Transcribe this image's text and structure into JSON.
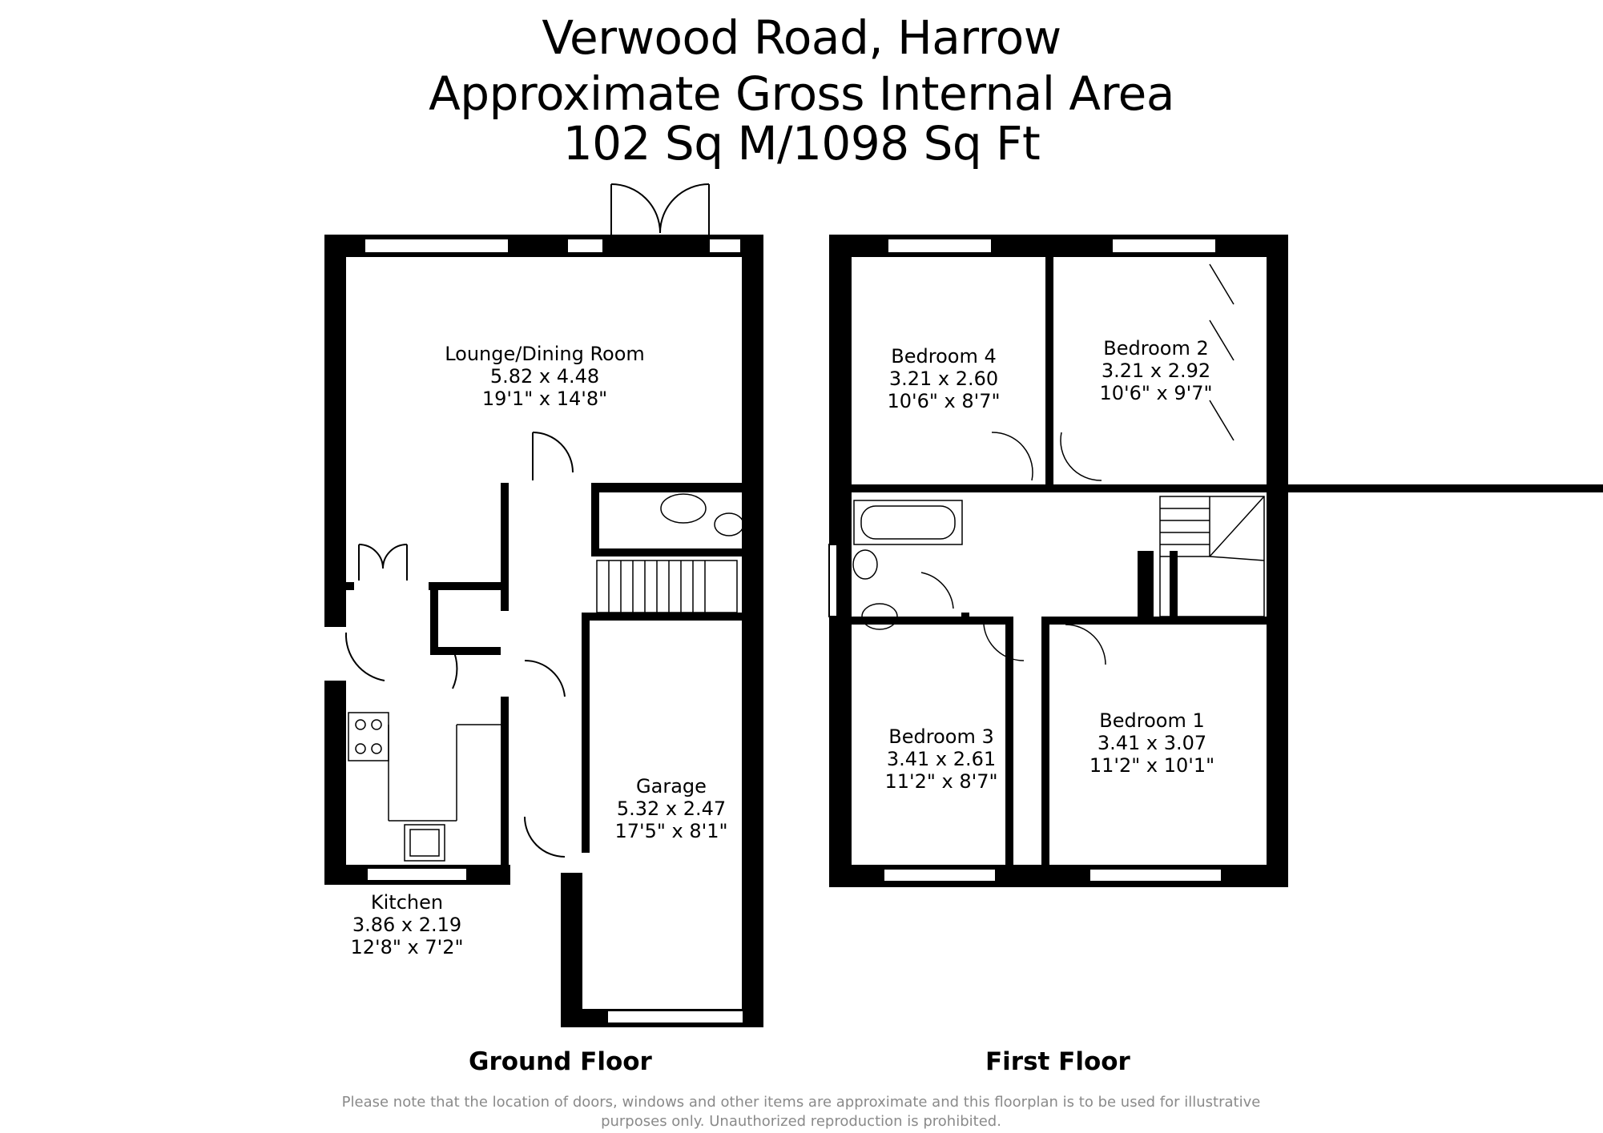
{
  "header": {
    "address": "Verwood Road, Harrow",
    "area_label": "Approximate Gross Internal Area",
    "area_value": "102 Sq M/1098 Sq Ft"
  },
  "floors": {
    "ground": {
      "label": "Ground Floor"
    },
    "first": {
      "label": "First Floor"
    }
  },
  "rooms": {
    "lounge": {
      "name": "Lounge/Dining Room",
      "metric": "5.82 x 4.48",
      "imperial": "19'1\" x 14'8\""
    },
    "kitchen": {
      "name": "Kitchen",
      "metric": "3.86 x 2.19",
      "imperial": "12'8\" x 7'2\""
    },
    "garage": {
      "name": "Garage",
      "metric": "5.32 x 2.47",
      "imperial": "17'5\" x 8'1\""
    },
    "bedroom4": {
      "name": "Bedroom 4",
      "metric": "3.21 x 2.60",
      "imperial": "10'6\" x 8'7\""
    },
    "bedroom2": {
      "name": "Bedroom 2",
      "metric": "3.21 x 2.92",
      "imperial": "10'6\" x 9'7\""
    },
    "bedroom3": {
      "name": "Bedroom 3",
      "metric": "3.41 x 2.61",
      "imperial": "11'2\" x 8'7\""
    },
    "bedroom1": {
      "name": "Bedroom 1",
      "metric": "3.41 x 3.07",
      "imperial": "11'2\" x 10'1\""
    }
  },
  "disclaimer": {
    "line1": "Please note that the location of doors, windows and other items are approximate and this floorplan is to be used for illustrative",
    "line2": "purposes only. Unauthorized reproduction is prohibited."
  }
}
